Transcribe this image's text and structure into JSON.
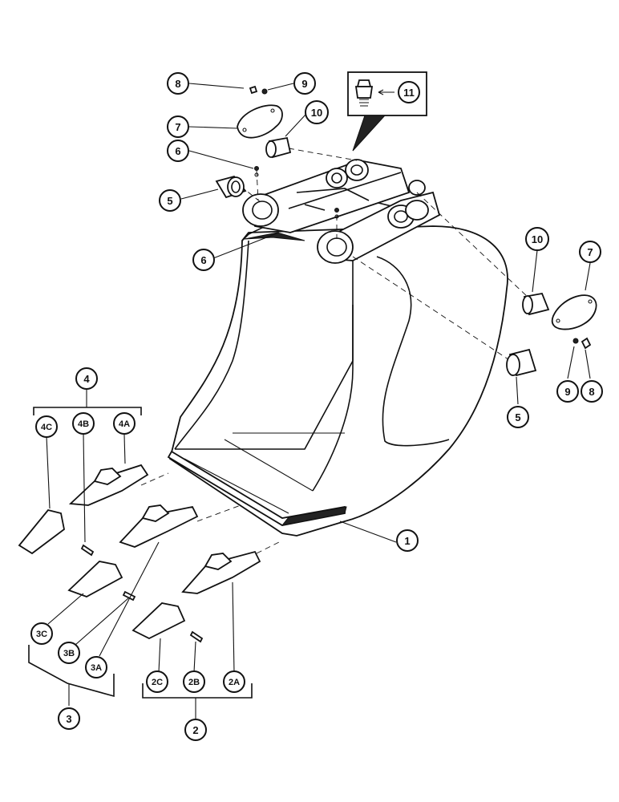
{
  "callouts": {
    "c1": "1",
    "c2": "2",
    "c2a": "2A",
    "c2b": "2B",
    "c2c": "2C",
    "c3": "3",
    "c3a": "3A",
    "c3b": "3B",
    "c3c": "3C",
    "c4": "4",
    "c4a": "4A",
    "c4b": "4B",
    "c4c": "4C",
    "c5_top": "5",
    "c5_right": "5",
    "c6_top": "6",
    "c6_mid": "6",
    "c7_top": "7",
    "c7_right": "7",
    "c8_top": "8",
    "c8_right": "8",
    "c9_top": "9",
    "c9_right": "9",
    "c10_top": "10",
    "c10_right": "10",
    "c11": "11"
  },
  "parts": [
    "bucket-shell",
    "tooth-adapter",
    "tooth-pin",
    "tooth-point",
    "pivot-bushing",
    "grease-fitting",
    "cover-plate",
    "cap-screw",
    "lock-washer",
    "link-bushing",
    "grease-fitting-detail"
  ]
}
